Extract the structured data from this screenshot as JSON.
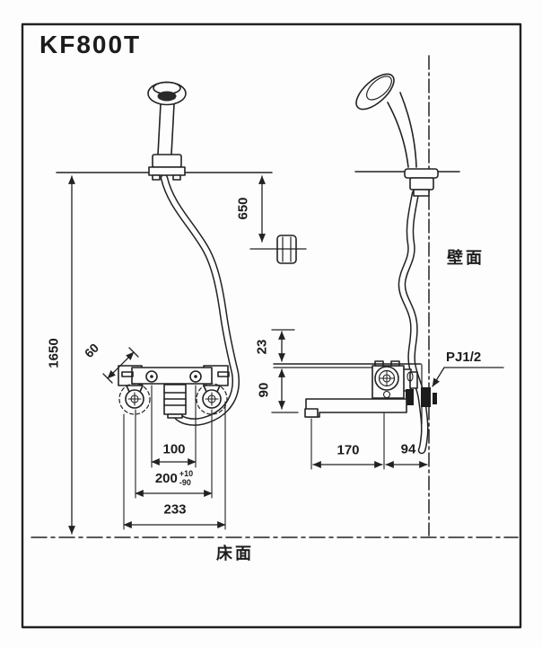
{
  "title": "KF800T",
  "annotations": {
    "wall_surface": "壁面",
    "floor_surface": "床面",
    "pipe_thread": "PJ1/2"
  },
  "dimensions": {
    "shower_hook_height": "1650",
    "hook_to_holder": "650",
    "escutcheon_diameter": "60",
    "body_top_offset": "23",
    "spout_drop": "90",
    "body_center_pitch": "100",
    "pipe_center_pitch": "200",
    "pipe_center_pitch_tol_upper": "+10",
    "pipe_center_pitch_tol_lower": "-90",
    "overall_width": "233",
    "spout_reach": "170",
    "wall_to_handle": "94"
  }
}
